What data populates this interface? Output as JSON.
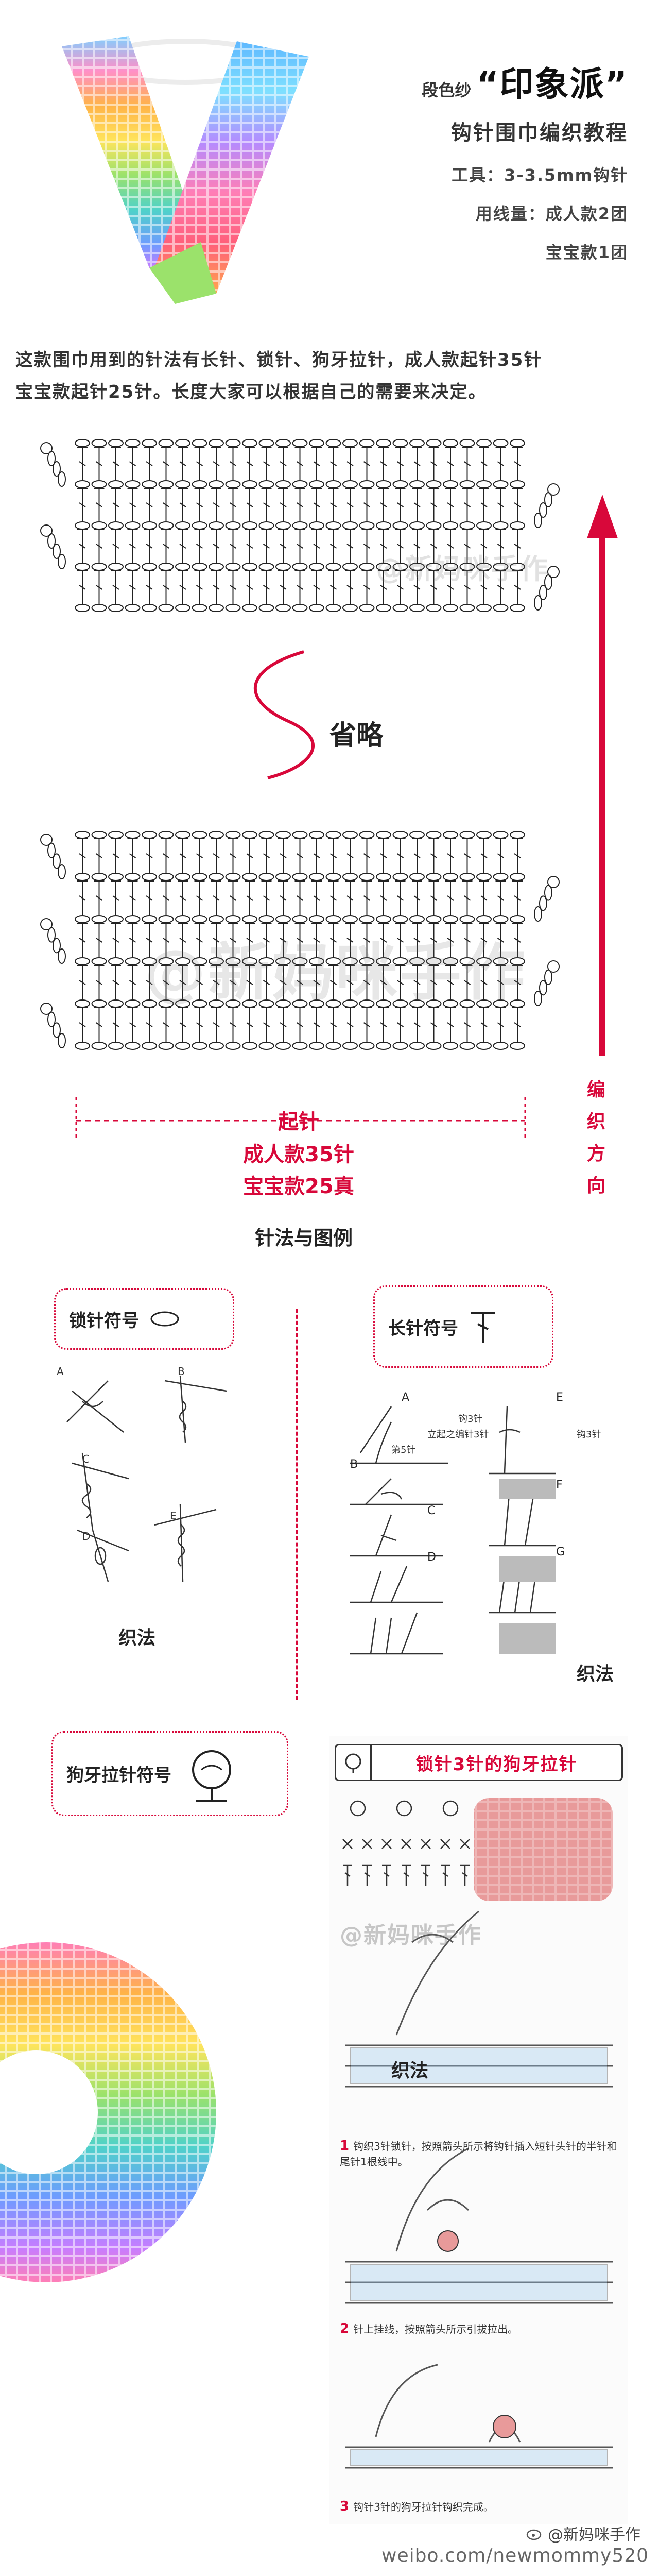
{
  "header": {
    "title_prefix": "段色纱",
    "title_main": "“印象派”",
    "subtitle": "钩针围巾编织教程",
    "tools": "工具：3-3.5mm钩针",
    "yarn_adult": "用线量：成人款2团",
    "yarn_baby": "宝宝款1团"
  },
  "intro": {
    "line1": "这款围巾用到的针法有长针、锁针、狗牙拉针，成人款起针35针",
    "line2": "宝宝款起针25针。长度大家可以根据自己的需要来决定。"
  },
  "chart": {
    "omit_label": "省略",
    "direction_label": "编织方向",
    "start_label": "起针",
    "adult_label": "成人款35针",
    "baby_label": "宝宝款25真",
    "watermark": "@新妈咪手作",
    "colors": {
      "accent": "#d8083a",
      "line": "#222222"
    }
  },
  "legend": {
    "title": "针法与图例",
    "chain_symbol": "锁针符号",
    "dc_symbol": "长针符号",
    "picot_symbol": "狗牙拉针符号",
    "method_label": "织法"
  },
  "chain_steps": [
    "A",
    "B",
    "C",
    "D",
    "E"
  ],
  "dc_steps": {
    "letters": [
      "A",
      "B",
      "C",
      "D",
      "E",
      "F",
      "G"
    ],
    "note1": "钩3针",
    "note2": "立起之编针3针",
    "note3": "第5针",
    "note4": "钩3针"
  },
  "picot": {
    "banner": "锁针3针的狗牙拉针",
    "watermark": "@新妈咪手作",
    "method_label": "织法",
    "steps": [
      {
        "num": "1",
        "text": "钩织3针锁针，按照箭头所示将钩针插入短针头针的半针和尾针1根线中。"
      },
      {
        "num": "2",
        "text": "针上挂线，按照箭头所示引拔拉出。"
      },
      {
        "num": "3",
        "text": "钩针3针的狗牙拉针钩织完成。"
      }
    ]
  },
  "footer": {
    "user": "@新妈咪手作",
    "url": "weibo.com/newmommy520"
  }
}
